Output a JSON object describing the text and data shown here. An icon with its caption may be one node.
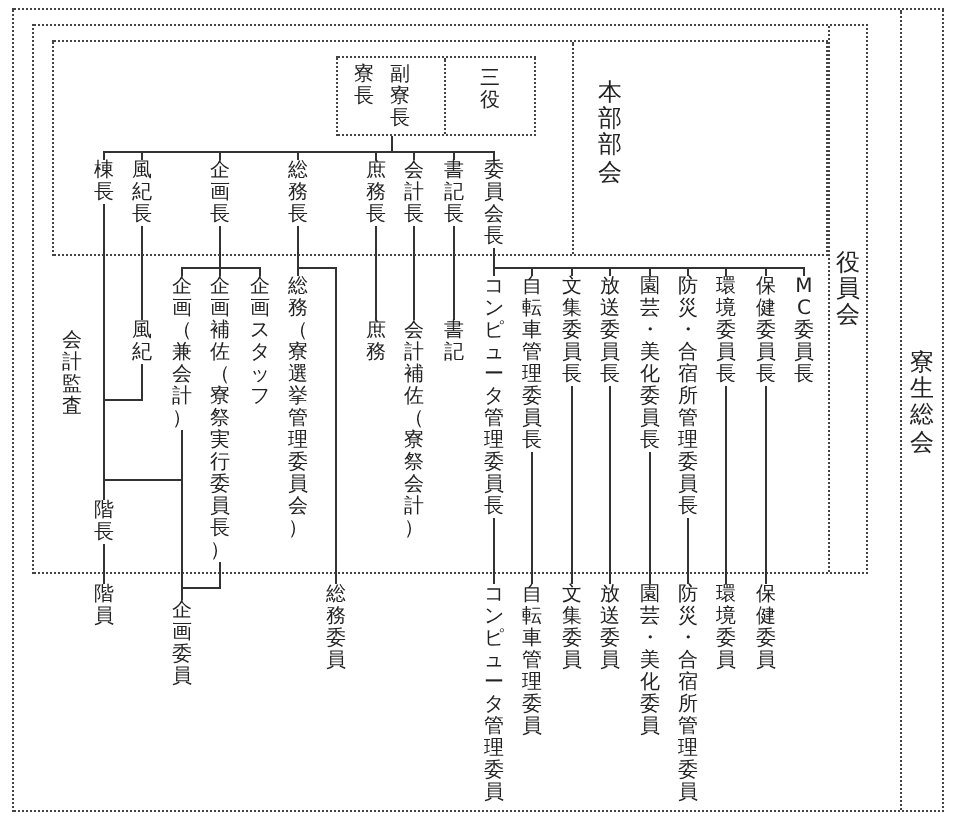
{
  "diagram": {
    "nodes": [
      {
        "text": [
          "寮生総会"
        ]
      },
      {
        "text": [
          "役員会"
        ],
        "in": 0
      },
      {
        "text": [
          "本部部会"
        ],
        "in": 1
      },
      {
        "text": [
          "寮長",
          "副寮長",
          "三役"
        ],
        "in": 2
      },
      {
        "text": [
          "棟長"
        ],
        "in": 2
      },
      {
        "text": [
          "風紀長"
        ],
        "in": 2
      },
      {
        "text": [
          "企画長"
        ],
        "in": 2
      },
      {
        "text": [
          "総務長"
        ],
        "in": 2
      },
      {
        "text": [
          "庶務長"
        ],
        "in": 2
      },
      {
        "text": [
          "会計長"
        ],
        "in": 2
      },
      {
        "text": [
          "書記長"
        ],
        "in": 2
      },
      {
        "text": [
          "委員会長"
        ],
        "in": 2
      },
      {
        "text": [
          "風紀"
        ],
        "in": 1
      },
      {
        "text": [
          "企画（兼会計）"
        ],
        "in": 1
      },
      {
        "text": [
          "企画補佐（寮祭実行委員長）"
        ],
        "in": 1
      },
      {
        "text": [
          "企画スタッフ"
        ],
        "in": 1
      },
      {
        "text": [
          "総務（寮選挙管理委員会）"
        ],
        "in": 1
      },
      {
        "text": [
          "庶務"
        ],
        "in": 1
      },
      {
        "text": [
          "会計補佐（寮祭会計）"
        ],
        "in": 1
      },
      {
        "text": [
          "書記"
        ],
        "in": 1
      },
      {
        "text": [
          "コンピュータ管理委員長"
        ],
        "in": 1
      },
      {
        "text": [
          "自転車管理委員長"
        ],
        "in": 1
      },
      {
        "text": [
          "文集委員長"
        ],
        "in": 1
      },
      {
        "text": [
          "放送委員長"
        ],
        "in": 1
      },
      {
        "text": [
          "園芸・美化委員長"
        ],
        "in": 1
      },
      {
        "text": [
          "防災・合宿所管理委員長"
        ],
        "in": 1
      },
      {
        "text": [
          "環境委員長"
        ],
        "in": 1
      },
      {
        "text": [
          "保健委員長"
        ],
        "in": 1
      },
      {
        "text": [
          "MC委員長"
        ],
        "in": 1
      },
      {
        "text": [
          "階長"
        ],
        "in": 1
      },
      {
        "text": [
          "階員"
        ],
        "in": 0
      },
      {
        "text": [
          "企画委員"
        ],
        "in": 0
      },
      {
        "text": [
          "総務委員"
        ],
        "in": 0
      },
      {
        "text": [
          "コンピュータ管理委員"
        ],
        "in": 0
      },
      {
        "text": [
          "自転車管理委員"
        ],
        "in": 0
      },
      {
        "text": [
          "文集委員"
        ],
        "in": 0
      },
      {
        "text": [
          "放送委員"
        ],
        "in": 0
      },
      {
        "text": [
          "園芸・美化委員"
        ],
        "in": 0
      },
      {
        "text": [
          "防災・合宿所管理委員"
        ],
        "in": 0
      },
      {
        "text": [
          "環境委員"
        ],
        "in": 0
      },
      {
        "text": [
          "保健委員"
        ],
        "in": 0
      }
    ],
    "edges": [
      {
        "from": 3,
        "to": 4,
        "arrow": "none"
      },
      {
        "from": 3,
        "to": 5,
        "arrow": "none"
      },
      {
        "from": 3,
        "to": 6,
        "arrow": "none"
      },
      {
        "from": 3,
        "to": 7,
        "arrow": "none"
      },
      {
        "from": 3,
        "to": 8,
        "arrow": "none"
      },
      {
        "from": 3,
        "to": 9,
        "arrow": "none"
      },
      {
        "from": 3,
        "to": 10,
        "arrow": "none"
      },
      {
        "from": 3,
        "to": 11,
        "arrow": "none"
      },
      {
        "from": 5,
        "to": 12,
        "arrow": "none"
      },
      {
        "from": 6,
        "to": 13,
        "arrow": "none"
      },
      {
        "from": 6,
        "to": 14,
        "arrow": "none"
      },
      {
        "from": 6,
        "to": 15,
        "arrow": "none"
      },
      {
        "from": 7,
        "to": 16,
        "arrow": "none"
      },
      {
        "from": 7,
        "to": 32,
        "arrow": "none"
      },
      {
        "from": 8,
        "to": 17,
        "arrow": "none"
      },
      {
        "from": 9,
        "to": 18,
        "arrow": "none"
      },
      {
        "from": 10,
        "to": 19,
        "arrow": "none"
      },
      {
        "from": 11,
        "to": 20,
        "arrow": "none"
      },
      {
        "from": 11,
        "to": 21,
        "arrow": "none"
      },
      {
        "from": 11,
        "to": 22,
        "arrow": "none"
      },
      {
        "from": 11,
        "to": 23,
        "arrow": "none"
      },
      {
        "from": 11,
        "to": 24,
        "arrow": "none"
      },
      {
        "from": 11,
        "to": 25,
        "arrow": "none"
      },
      {
        "from": 11,
        "to": 26,
        "arrow": "none"
      },
      {
        "from": 11,
        "to": 27,
        "arrow": "none"
      },
      {
        "from": 11,
        "to": 28,
        "arrow": "none"
      },
      {
        "from": 4,
        "to": 29,
        "arrow": "none"
      },
      {
        "from": 12,
        "to": 29,
        "arrow": "none"
      },
      {
        "from": 13,
        "to": 29,
        "arrow": "none"
      },
      {
        "from": 29,
        "to": 30,
        "arrow": "none"
      },
      {
        "from": 13,
        "to": 31,
        "arrow": "none"
      },
      {
        "from": 14,
        "to": 31,
        "arrow": "none"
      },
      {
        "from": 20,
        "to": 33,
        "arrow": "none"
      },
      {
        "from": 21,
        "to": 34,
        "arrow": "none"
      },
      {
        "from": 22,
        "to": 35,
        "arrow": "none"
      },
      {
        "from": 23,
        "to": 36,
        "arrow": "none"
      },
      {
        "from": 24,
        "to": 37,
        "arrow": "none"
      },
      {
        "from": 25,
        "to": 38,
        "arrow": "none"
      },
      {
        "from": 26,
        "to": 39,
        "arrow": "none"
      },
      {
        "from": 27,
        "to": 40,
        "arrow": "none"
      }
    ],
    "labels": [
      "会計監査"
    ]
  }
}
